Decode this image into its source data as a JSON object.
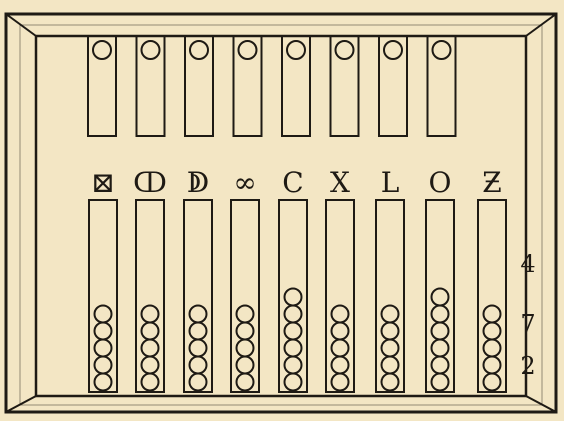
{
  "figure": {
    "title": "",
    "paper_color": "#f3e6c4",
    "ink_color": "#1e1a14"
  },
  "abacus": {
    "top_slots": {
      "count": 8,
      "bead_per_slot": 1
    },
    "column_symbols": [
      "⊠",
      "ↀ",
      "ↁ",
      "∞",
      "C",
      "X",
      "L",
      "O",
      "Ƶ"
    ],
    "bottom_bead_counts": [
      5,
      5,
      5,
      5,
      6,
      5,
      5,
      6,
      5
    ],
    "side_numerals": [
      "4",
      "7",
      "2"
    ]
  }
}
